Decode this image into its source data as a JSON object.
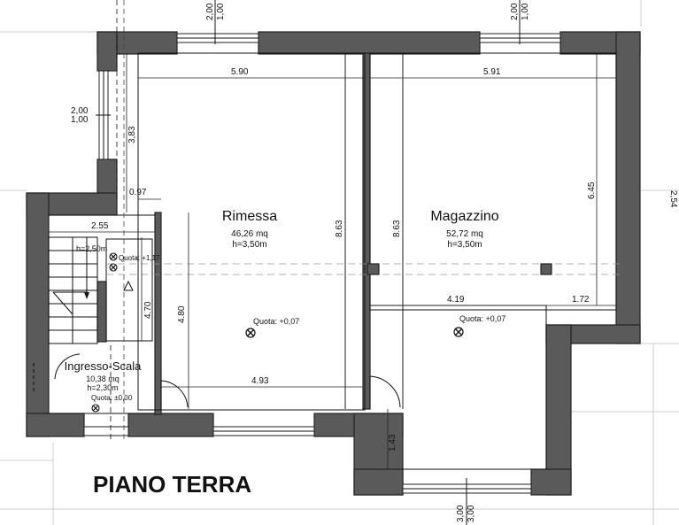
{
  "plan_title": "PIANO TERRA",
  "rooms": {
    "rimessa": {
      "name": "Rimessa",
      "area": "46,26 mq",
      "height": "h=3,50m"
    },
    "magazzino": {
      "name": "Magazzino",
      "area": "52,72 mq",
      "height": "h=3,50m"
    },
    "ingresso": {
      "name": "Ingresso-Scala",
      "area": "10,38 mq",
      "height": "h=2,30m"
    }
  },
  "stair_height": "h=2,50m",
  "quotas": {
    "rimessa": "Quota: +0,07",
    "magazzino": "Quota: +0,07",
    "ingresso": "Quota: ±0,00",
    "stair": "Quota: +1,17"
  },
  "dimensions": {
    "rimessa_width": "5.90",
    "magazzino_width": "5.91",
    "rimessa_depth": "8.63",
    "magazzino_depth": "8.63",
    "left_upper": "3,83",
    "corridor": "0.97",
    "stair_width": "2.55",
    "stair_length": "4.70",
    "rimessa_lower": "4.80",
    "rimessa_bottom": "4.93",
    "magazzino_lower": "4.19",
    "magazzino_right": "1.72",
    "magazzino_upper": "6.45",
    "bottom_extension": "1.43"
  },
  "window_sizes": {
    "top_left": {
      "w": "2,00",
      "h": "1,00"
    },
    "top_right": {
      "w": "2,00",
      "h": "1,00"
    },
    "left": {
      "w": "2,00",
      "h": "1,00"
    },
    "bottom": {
      "w": "3,00",
      "h": "3,00"
    }
  },
  "edge_label": "2,54",
  "colors": {
    "wall": "#5a5a5a",
    "line": "#111111",
    "background": "#ffffff"
  }
}
